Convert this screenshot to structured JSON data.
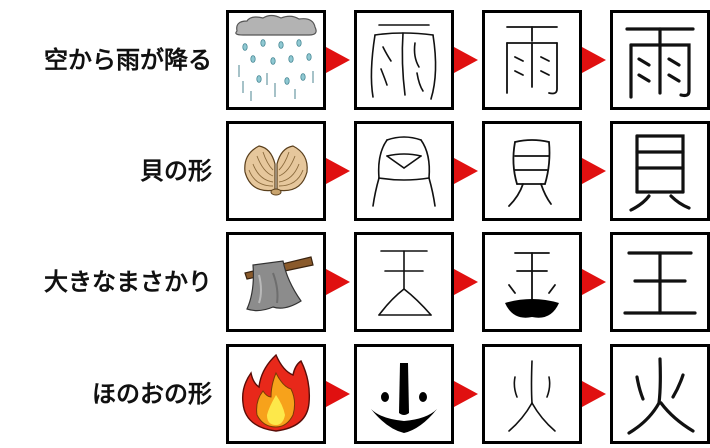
{
  "rows": [
    {
      "label": "空から雨が降る",
      "stages": [
        "rain-cloud-picture",
        "rain-ancient-glyph",
        "rain-intermediate-glyph",
        "rain-kanji"
      ]
    },
    {
      "label": "貝の形",
      "stages": [
        "clam-shell-picture",
        "shell-ancient-glyph",
        "shell-intermediate-glyph",
        "shell-kanji"
      ]
    },
    {
      "label": "大きなまさかり",
      "stages": [
        "axe-picture",
        "king-ancient-glyph",
        "king-intermediate-glyph",
        "king-kanji"
      ]
    },
    {
      "label": "ほのおの形",
      "stages": [
        "flame-picture",
        "fire-ancient-glyph",
        "fire-intermediate-glyph",
        "fire-kanji"
      ]
    }
  ],
  "colors": {
    "arrow": "#e01010",
    "border": "#000000",
    "flame_outer": "#e8281a",
    "flame_middle": "#f7a21b",
    "flame_inner": "#fde84a",
    "cloud": "#b3b3b3",
    "raindrop": "#8fc8d2",
    "shell": "#e6c79c"
  }
}
